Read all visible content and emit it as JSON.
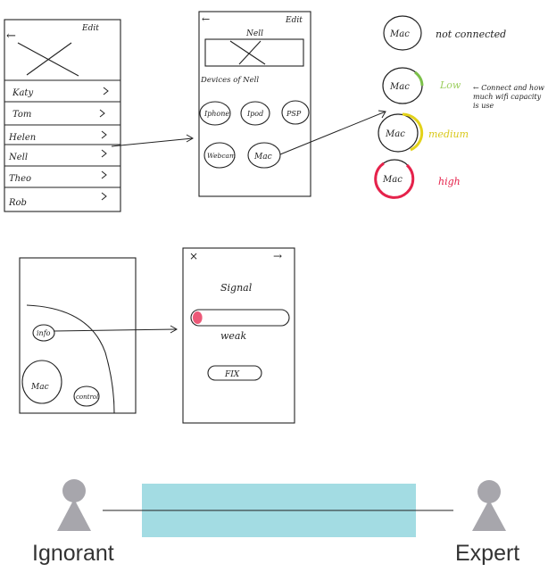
{
  "sketch_contacts": {
    "edit_label": "Edit",
    "back_glyph": "←",
    "contacts": [
      "Katy",
      "Tom",
      "Helen",
      "Nell",
      "Theo",
      "Rob"
    ]
  },
  "sketch_devices": {
    "back_glyph": "←",
    "edit_label": "Edit",
    "contact_name": "Nell",
    "section_title": "Devices of Nell",
    "devices": [
      "Iphone",
      "Ipod",
      "PSP",
      "Webcam",
      "Mac"
    ]
  },
  "legend": {
    "items": [
      {
        "label": "Mac",
        "status": "not connected",
        "color": "#222222"
      },
      {
        "label": "Mac",
        "status": "Low",
        "color": "#7cc04a"
      },
      {
        "label": "Mac",
        "status": "medium",
        "color": "#e3d21a"
      },
      {
        "label": "Mac",
        "status": "high",
        "color": "#e5224b"
      }
    ],
    "note": "← Connect and how much wifi capacity is use"
  },
  "sketch_map": {
    "labels": [
      "info",
      "Mac",
      "control"
    ]
  },
  "sketch_signal": {
    "close_glyph": "×",
    "forward_glyph": "→",
    "title": "Signal",
    "level_text": "weak",
    "level_fraction": 0.1,
    "fix_label": "FIX"
  },
  "scale": {
    "left_label": "Ignorant",
    "right_label": "Expert",
    "bar_color": "#a3dce3",
    "person_color": "#a7a6ac"
  }
}
